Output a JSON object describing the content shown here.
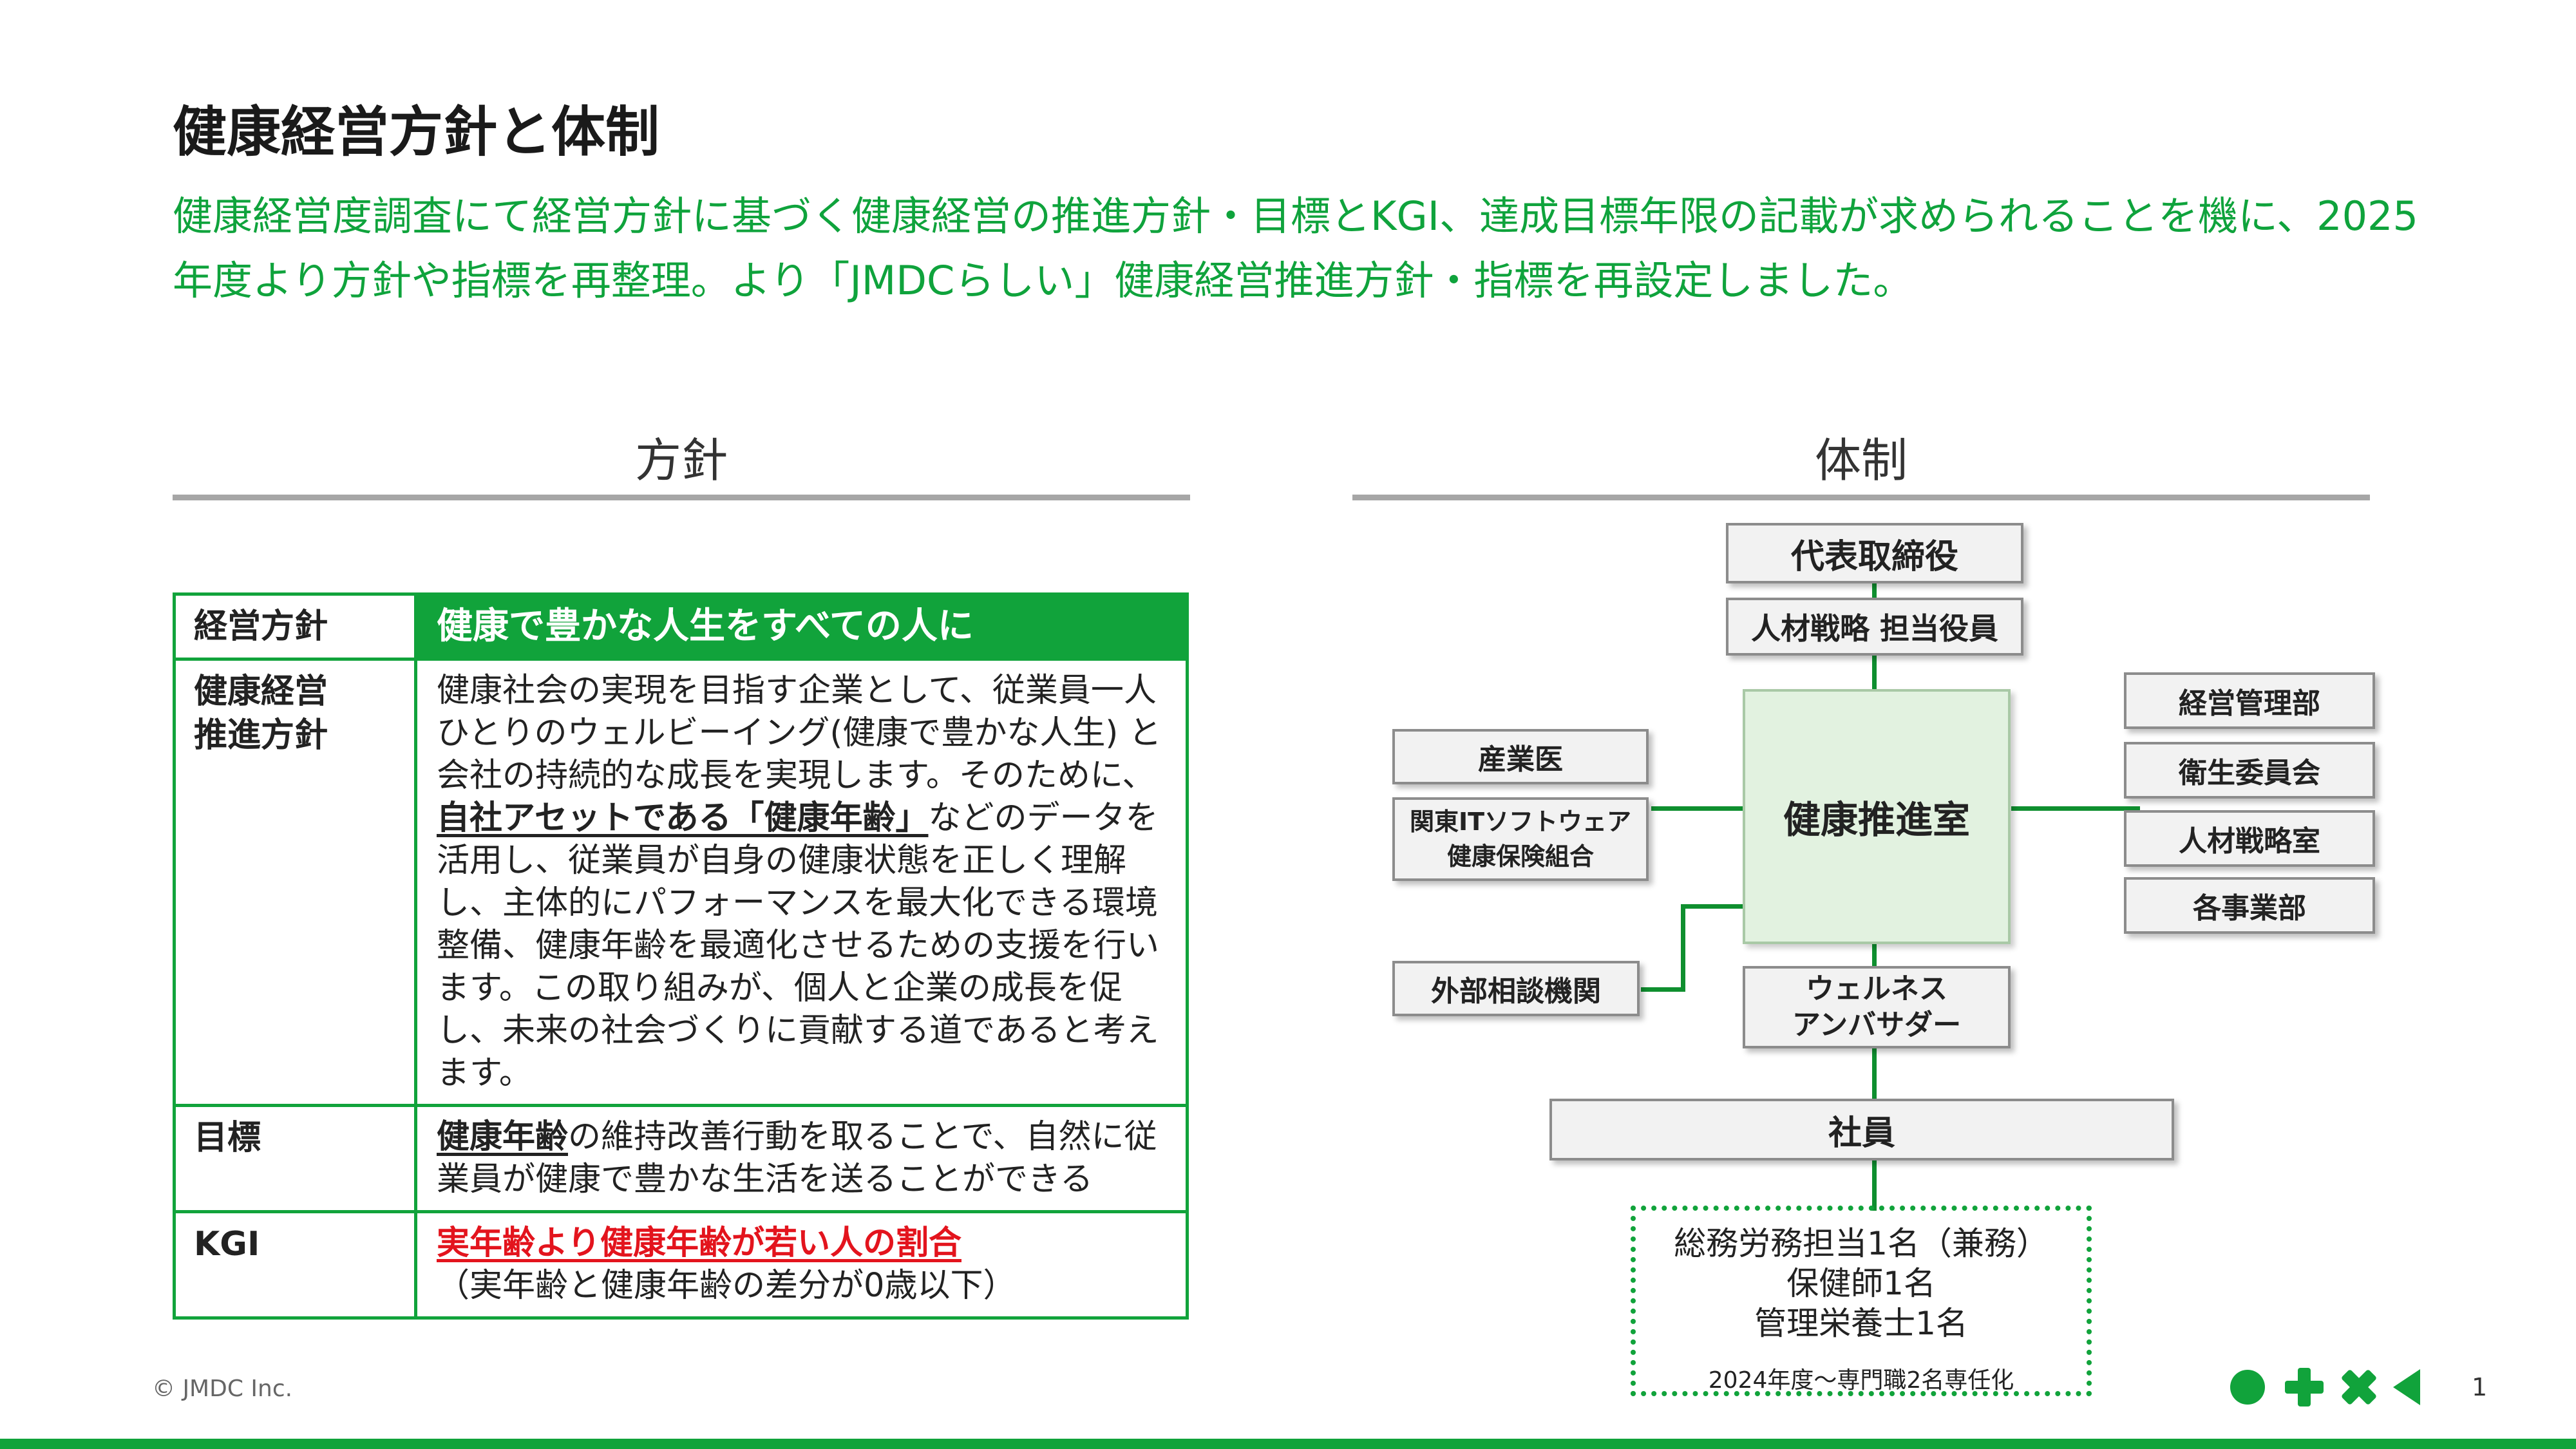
{
  "title": "健康経営方針と体制",
  "lead": "健康経営度調査にて経営方針に基づく健康経営の推進方針・目標とKGI、達成目標年限の記載が求められることを機に、2025年度より方針や指標を再整理。より「JMDCらしい」健康経営推進方針・指標を再設定しました。",
  "policy_section": {
    "heading": "方針",
    "rows": {
      "management": {
        "label": "経営方針",
        "value": "健康で豊かな人生をすべての人に"
      },
      "promotion": {
        "label": "健康経営\n推進方針",
        "text_before": "健康社会の実現を目指す企業として、従業員一人ひとりのウェルビーイング(健康で豊かな人生) と会社の持続的な成長を実現します。そのために、",
        "text_emphasis": "自社アセットである「健康年齢」",
        "text_after": "などのデータを活用し、従業員が自身の健康状態を正しく理解し、主体的にパフォーマンスを最大化できる環境整備、健康年齢を最適化させるための支援を行います。この取り組みが、個人と企業の成長を促し、未来の社会づくりに貢献する道であると考えます。"
      },
      "goal": {
        "label": "目標",
        "text_emphasis": "健康年齢",
        "text_after": "の維持改善行動を取ることで、自然に従業員が健康で豊かな生活を送ることができる"
      },
      "kgi": {
        "label": "KGI",
        "text_emphasis": "実年齢より健康年齢が若い人の割合",
        "text_note": "（実年齢と健康年齢の差分が0歳以下）"
      }
    }
  },
  "structure_section": {
    "heading": "体制",
    "org": {
      "ceo": "代表取締役",
      "officer": "人材戦略 担当役員",
      "center": "健康推進室",
      "left": [
        "産業医",
        "関東ITソフトウェア\n健康保険組合"
      ],
      "external": "外部相談機関",
      "right": [
        "経営管理部",
        "衛生委員会",
        "人材戦略室",
        "各事業部"
      ],
      "wellness": "ウェルネス\nアンバサダー",
      "employees": "社員"
    },
    "staff": {
      "lines": [
        "総務労務担当1名（兼務）",
        "保健師1名",
        "管理栄養士1名"
      ],
      "note": "2024年度〜専門職2名専任化"
    }
  },
  "footer": {
    "copyright": "© JMDC Inc.",
    "page": "1",
    "logo_icons": [
      "circle-icon",
      "plus-icon",
      "cross-icon",
      "triangle-left-icon"
    ],
    "accent_color": "#11a33b"
  }
}
